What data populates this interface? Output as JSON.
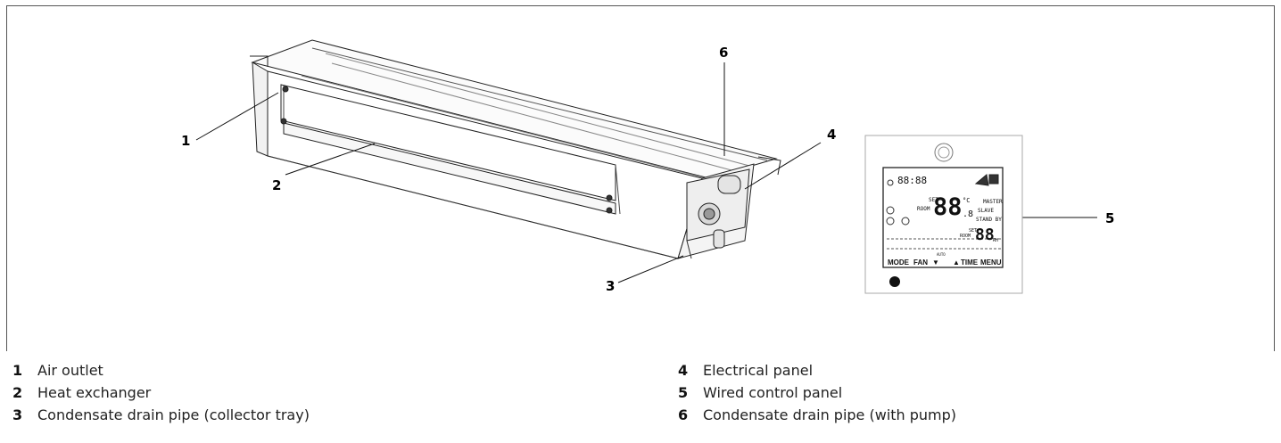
{
  "callouts": {
    "c1": "1",
    "c2": "2",
    "c3": "3",
    "c4": "4",
    "c5": "5",
    "c6": "6"
  },
  "legend": [
    {
      "num": "1",
      "text": "Air outlet"
    },
    {
      "num": "2",
      "text": "Heat exchanger"
    },
    {
      "num": "3",
      "text": "Condensate drain pipe (collector tray)"
    },
    {
      "num": "4",
      "text": "Electrical panel"
    },
    {
      "num": "5",
      "text": "Wired control panel"
    },
    {
      "num": "6",
      "text": "Condensate drain pipe (with pump)"
    }
  ],
  "panel": {
    "buttons": [
      "MODE",
      "FAN",
      "▼",
      "▲",
      "TIME",
      "MENU"
    ],
    "display": {
      "clock": "88:88",
      "set": "SET",
      "room": "ROOM",
      "temp_big": "88",
      "temp_dec": ".8",
      "temp_unit": "°C",
      "master": "MASTER",
      "slave": "SLAVE",
      "stand_by": "STAND BY",
      "set2": "SET",
      "room2": "ROOM",
      "hum_big": "88",
      "hum_unit": "RH",
      "auto": "AUTO"
    }
  }
}
